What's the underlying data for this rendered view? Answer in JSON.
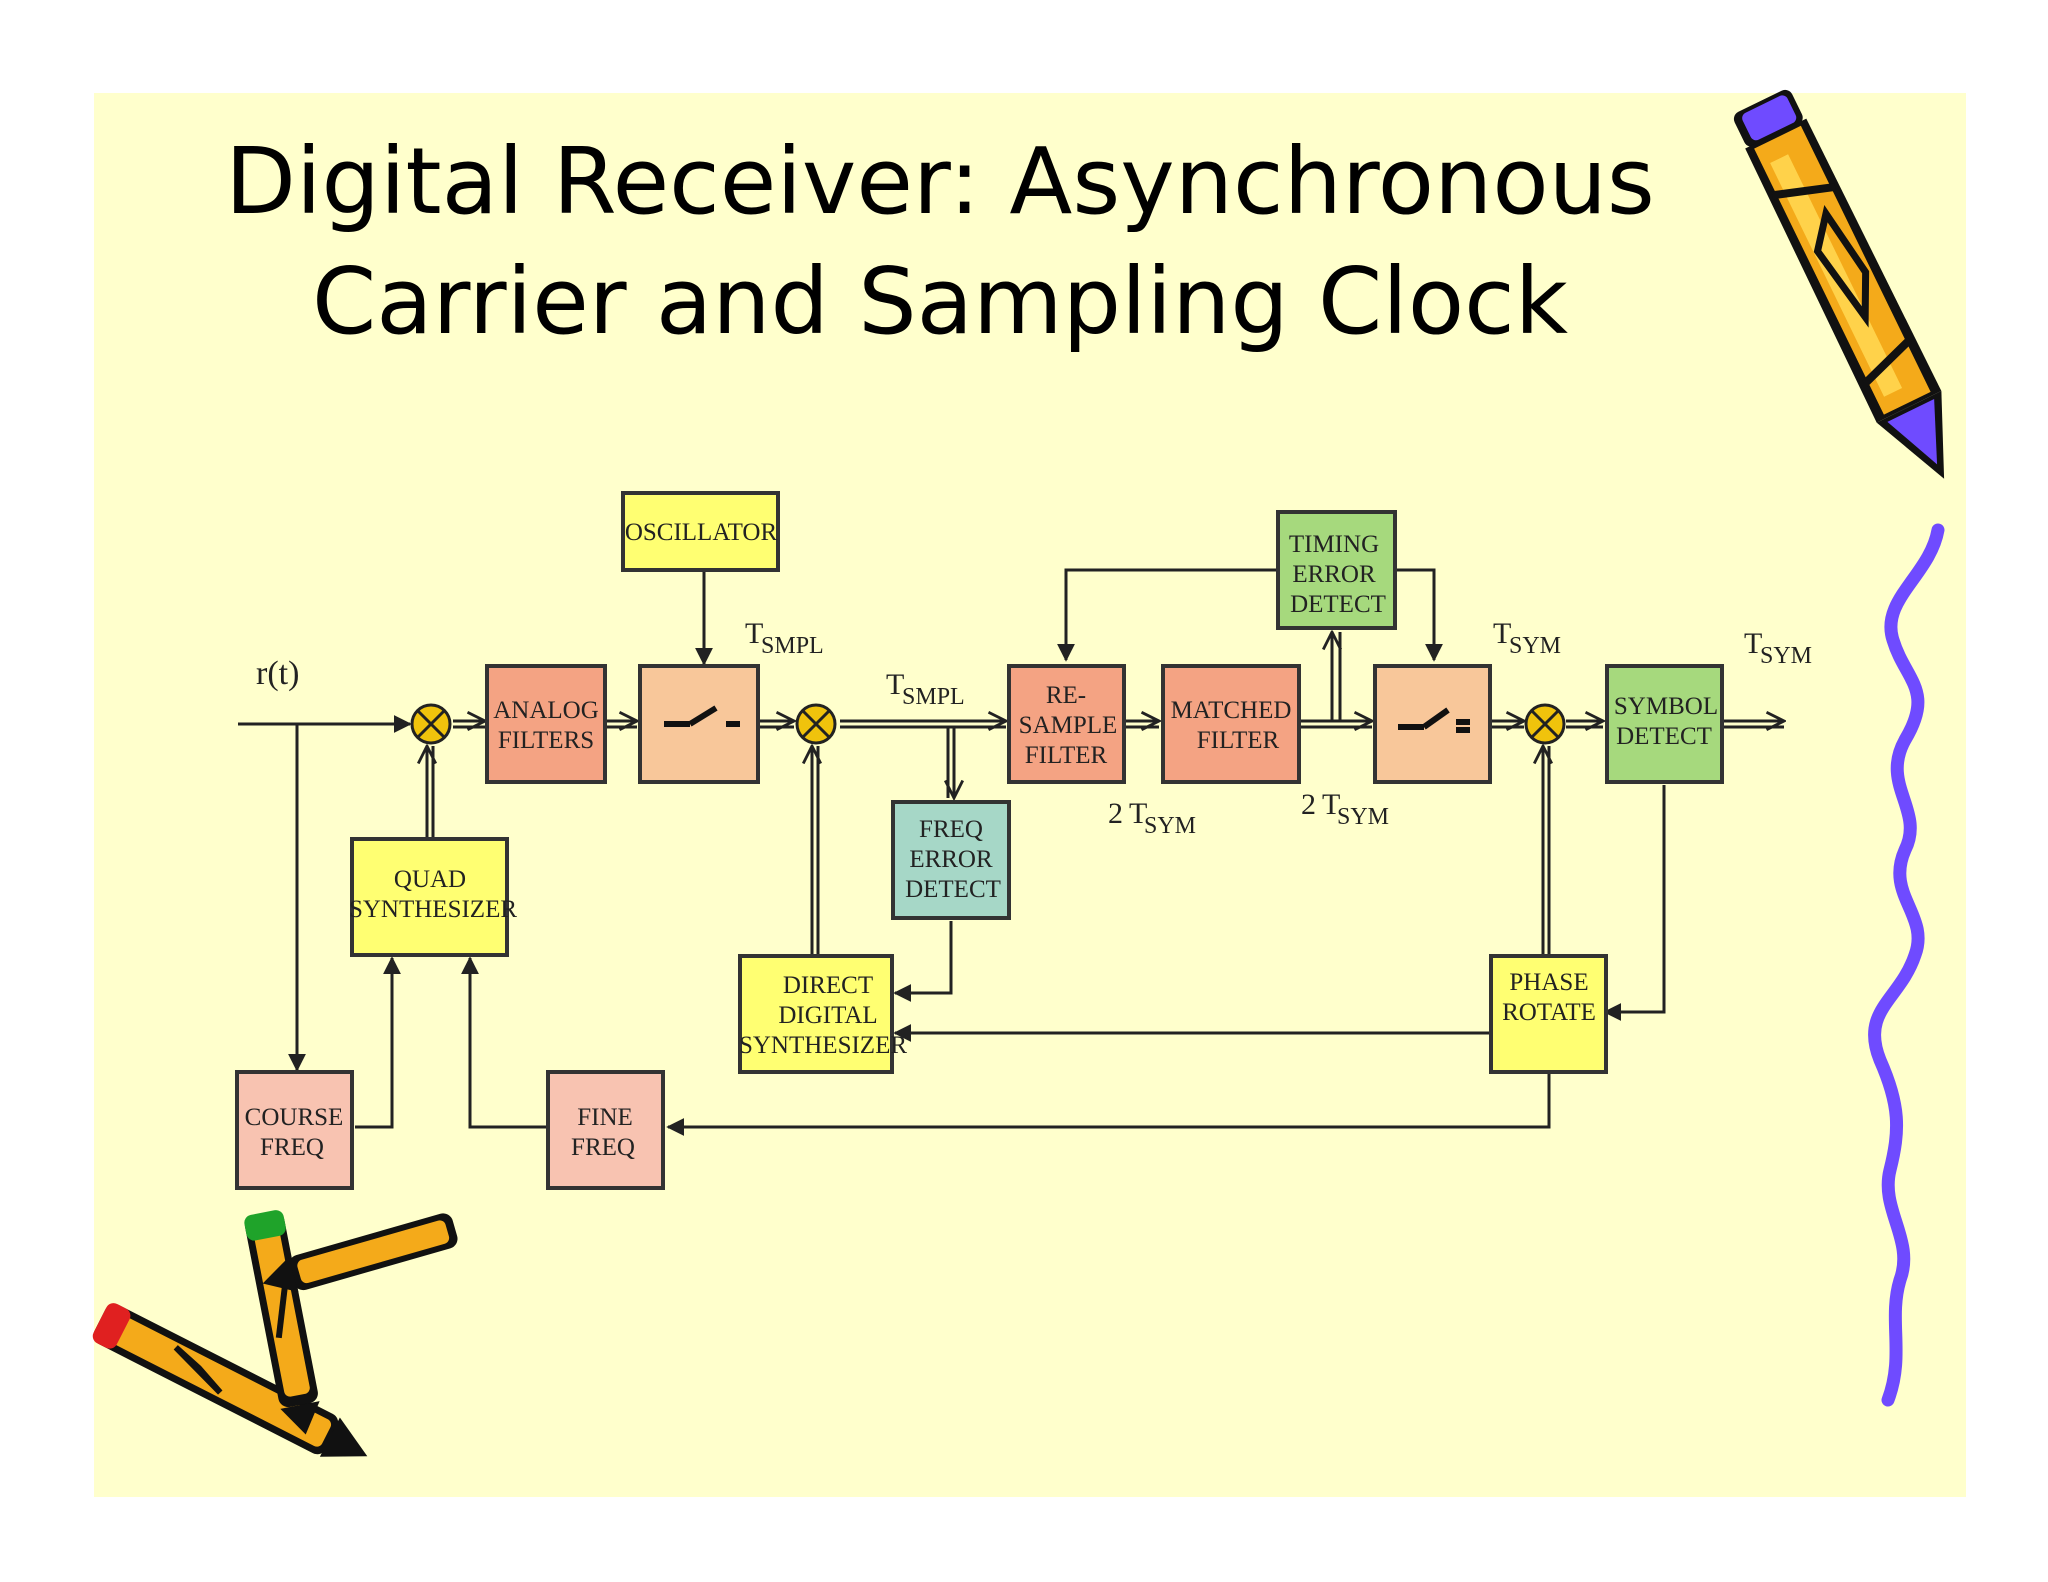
{
  "title": {
    "line1": "Digital Receiver: Asynchronous",
    "line2": "Carrier and Sampling Clock"
  },
  "colors": {
    "background": "#FFFFCC",
    "salmon": "#F4A383",
    "peach": "#F8C79A",
    "yellow": "#FFFF72",
    "green": "#A6D97D",
    "teal": "#A6D7C7",
    "pink": "#F8C3B1",
    "mixer": "#F0C30C"
  },
  "blocks": {
    "oscillator": {
      "lines": [
        "OSCILLATOR"
      ]
    },
    "analog_filters": {
      "lines": [
        "ANALOG",
        "FILTERS"
      ]
    },
    "quad_synth": {
      "lines": [
        "QUAD",
        "SYNTHESIZER"
      ]
    },
    "course_freq": {
      "lines": [
        "COURSE",
        "FREQ"
      ]
    },
    "fine_freq": {
      "lines": [
        "FINE",
        "FREQ"
      ]
    },
    "freq_error": {
      "lines": [
        "FREQ",
        "ERROR",
        "DETECT"
      ]
    },
    "dds": {
      "lines": [
        "DIRECT",
        "DIGITAL",
        "SYNTHESIZER"
      ]
    },
    "resample": {
      "lines": [
        "RE-",
        "SAMPLE",
        "FILTER"
      ]
    },
    "matched": {
      "lines": [
        "MATCHED",
        "FILTER"
      ]
    },
    "timing_error": {
      "lines": [
        "TIMING",
        "ERROR",
        "DETECT"
      ]
    },
    "symbol_detect": {
      "lines": [
        "SYMBOL",
        "DETECT"
      ]
    },
    "phase_rotate": {
      "lines": [
        "PHASE",
        "ROTATE"
      ]
    }
  },
  "labels": {
    "input": "r(t)",
    "t_main": "T",
    "sub_smpl": "SMPL",
    "sub_sym": "SYM",
    "two": "2"
  }
}
